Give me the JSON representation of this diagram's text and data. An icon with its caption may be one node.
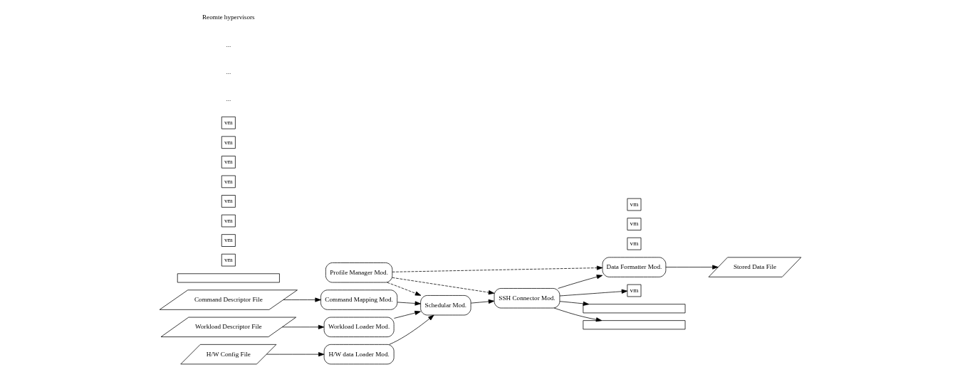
{
  "diagram": {
    "nodes": [
      {
        "text": [
          "Profile Manager Mod."
        ]
      },
      {
        "text": [
          "Stored Data File"
        ]
      },
      {
        "text": [
          "Schedular Mod."
        ]
      },
      {
        "text": [
          "Data Formatter Mod."
        ]
      },
      {
        "text": [
          "Command Mapping Mod."
        ]
      },
      {
        "text": [
          "Workload Loader Mod."
        ]
      },
      {
        "text": [
          "H/W data Loader Mod."
        ]
      },
      {
        "text": [
          "SSH Connector Mod."
        ]
      },
      {
        "text": [
          "Command Descriptor File"
        ]
      },
      {
        "text": [
          "Workload Descriptor File"
        ]
      },
      {
        "text": [
          "H/W Config File"
        ]
      },
      {
        "text": [
          "vm"
        ]
      },
      {
        "text": [
          "vm"
        ]
      },
      {
        "text": [
          "vm"
        ]
      },
      {
        "text": [
          "vm"
        ]
      },
      {
        "text": [],
        "shape": "bar"
      },
      {
        "text": [
          "vm"
        ]
      },
      {
        "text": [
          "vm"
        ]
      },
      {
        "text": [
          "vm"
        ]
      },
      {
        "text": [
          "vm"
        ]
      },
      {
        "text": [],
        "shape": "bar"
      },
      {
        "text": [
          "vm"
        ]
      },
      {
        "text": [
          "vm"
        ]
      },
      {
        "text": [
          "vm"
        ]
      },
      {
        "text": [
          "vm"
        ]
      },
      {
        "text": [],
        "shape": "bar"
      }
    ],
    "edges": [
      {
        "from": 0,
        "to": 2,
        "arrow": "to",
        "style": "dashed"
      },
      {
        "from": 0,
        "to": 3,
        "arrow": "to",
        "style": "dashed"
      },
      {
        "from": 0,
        "to": 7,
        "arrow": "to",
        "style": "dashed"
      },
      {
        "from": 2,
        "to": 7,
        "arrow": "to"
      },
      {
        "from": 3,
        "to": 1,
        "arrow": "to"
      },
      {
        "from": 7,
        "to": 3,
        "arrow": "to"
      },
      {
        "from": 4,
        "to": 2,
        "arrow": "to"
      },
      {
        "from": 5,
        "to": 2,
        "arrow": "to"
      },
      {
        "from": 6,
        "to": 2,
        "arrow": "to"
      },
      {
        "from": 8,
        "to": 4,
        "arrow": "to"
      },
      {
        "from": 9,
        "to": 5,
        "arrow": "to"
      },
      {
        "from": 10,
        "to": 6,
        "arrow": "to"
      },
      {
        "from": 7,
        "to": 11,
        "arrow": "to"
      },
      {
        "from": 7,
        "to": 20,
        "arrow": "to"
      },
      {
        "from": 7,
        "to": 25,
        "arrow": "to"
      }
    ],
    "labels": [
      "...",
      "...",
      "...",
      "Reomte hypervisors"
    ]
  }
}
